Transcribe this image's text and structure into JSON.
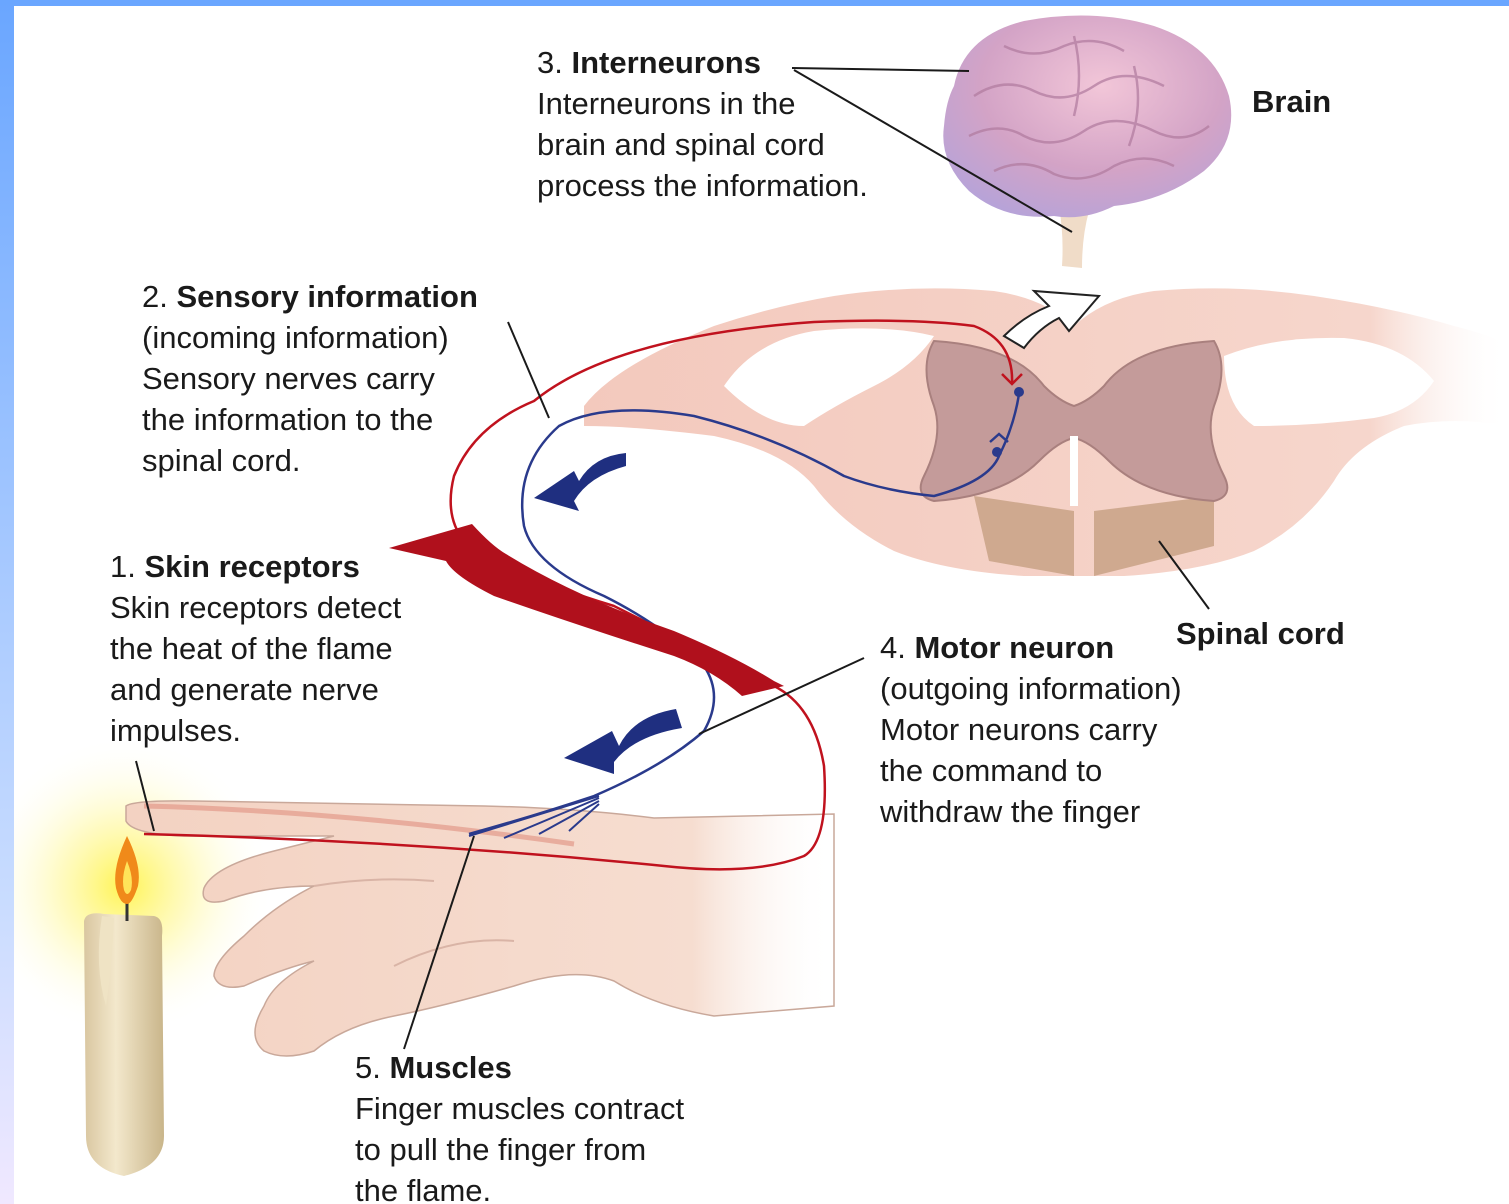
{
  "structures": {
    "brain": "Brain",
    "spinal_cord": "Spinal cord"
  },
  "steps": [
    {
      "num": "1.",
      "title": "Skin receptors",
      "body": "Skin receptors detect\nthe heat of the flame\nand generate nerve\nimpulses."
    },
    {
      "num": "2.",
      "title": "Sensory information",
      "body": "(incoming information)\nSensory nerves carry\nthe information to the\nspinal cord."
    },
    {
      "num": "3.",
      "title": "Interneurons",
      "body": "Interneurons in the\nbrain and spinal cord\nprocess the information."
    },
    {
      "num": "4.",
      "title": "Motor neuron",
      "body": "(outgoing information)\nMotor neurons carry\nthe command to\nwithdraw the finger"
    },
    {
      "num": "5.",
      "title": "Muscles",
      "body": "Finger muscles contract\nto pull the finger from\nthe flame."
    }
  ],
  "colors": {
    "sensory_nerve": "#c0121e",
    "motor_nerve": "#2a3a8c",
    "sensory_arrow": "#b0101c",
    "motor_arrow": "#1f2f80",
    "spinal_cord_tissue": "#f4cfc4",
    "grey_matter": "#c9a2a0",
    "brain": "#d7a8c4"
  }
}
